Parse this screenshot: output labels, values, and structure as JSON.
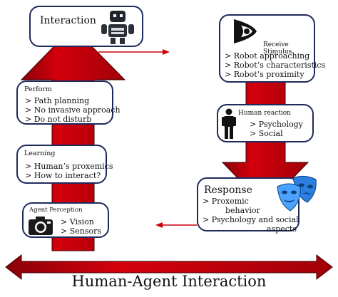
{
  "diagram": {
    "interaction": {
      "title": "Interaction"
    },
    "perform": {
      "title": "Perform",
      "items": [
        "> Path planning",
        "> No invasive approach",
        "> Do not disturb"
      ]
    },
    "learning": {
      "title": "Learning",
      "items": [
        "> Human’s proxemics",
        "> How to interact?"
      ]
    },
    "agent_perception": {
      "title": "Agent Perception",
      "items": [
        "> Vision",
        "> Sensors"
      ]
    },
    "receive_stimulus": {
      "title": "Receive Stimulus",
      "items": [
        "> Robot approaching",
        "> Robot’s characteristics",
        "> Robot’s proximity"
      ]
    },
    "human_reaction": {
      "title": "Human reaction",
      "items": [
        "> Psychology",
        "> Social"
      ]
    },
    "response": {
      "title": "Response",
      "items": [
        "> Proxemic",
        "behavior",
        "> Psychology and social",
        "aspects"
      ]
    },
    "bottom_label": "Human-Agent Interaction",
    "colors": {
      "arrow_fill": "#c8000a",
      "arrow_dark": "#7a0006",
      "box_border": "#1f2a5c",
      "mask_blue": "#2a7fe0"
    },
    "icons": [
      "robot-icon",
      "eye-icon",
      "person-icon",
      "theater-masks-icon",
      "camera-icon"
    ]
  }
}
